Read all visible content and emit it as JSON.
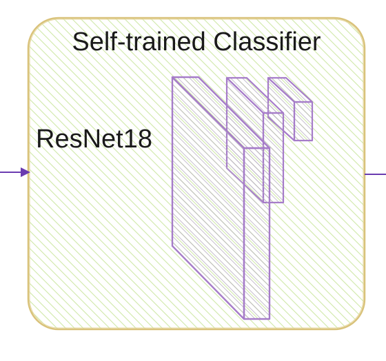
{
  "diagram": {
    "title": "Self-trained Classifier",
    "model_label": "ResNet18",
    "colors": {
      "box_stroke": "#d9c27a",
      "box_hatch": "#cfe8a8",
      "layer_stroke": "#a67cc9",
      "layer_hatch": "#b9b0c2",
      "arrow": "#6a3bb0"
    },
    "layers": [
      {
        "name": "layer-large"
      },
      {
        "name": "layer-medium"
      },
      {
        "name": "layer-small"
      }
    ],
    "arrows": [
      {
        "name": "input-arrow"
      },
      {
        "name": "output-arrow"
      }
    ]
  }
}
